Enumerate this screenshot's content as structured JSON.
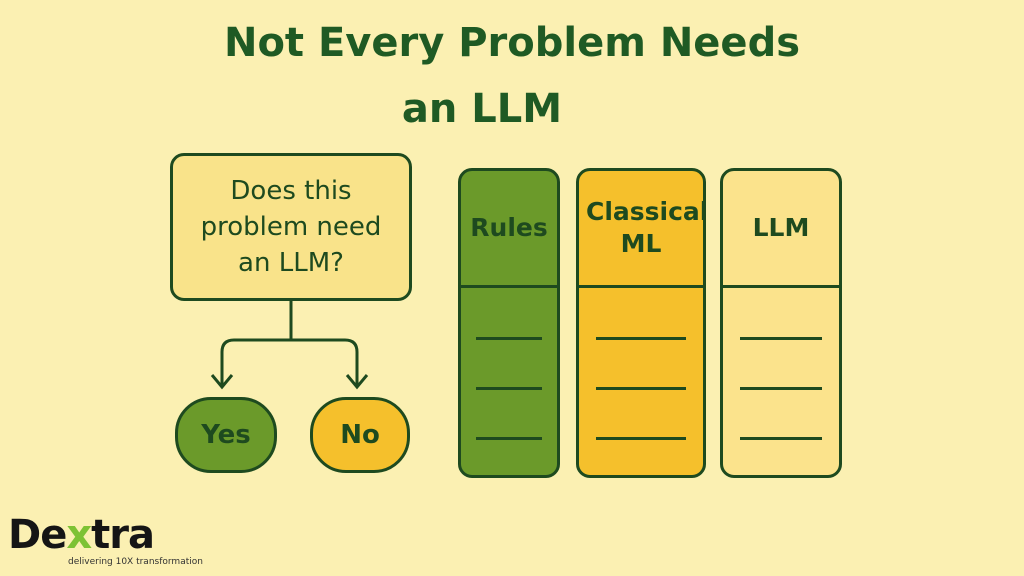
{
  "title": {
    "line1": "Not Every Problem Needs",
    "line2": "an LLM"
  },
  "question": "Does this problem need an LLM?",
  "answers": {
    "yes": "Yes",
    "no": "No"
  },
  "columns": [
    {
      "label": "Rules",
      "color": "#6b9a2a"
    },
    {
      "label": "Classical ML",
      "color": "#f5c02c"
    },
    {
      "label": "LLM",
      "color": "#fbe38c"
    }
  ],
  "logo": {
    "name": "Dextra",
    "tagline": "delivering 10X transformation"
  }
}
